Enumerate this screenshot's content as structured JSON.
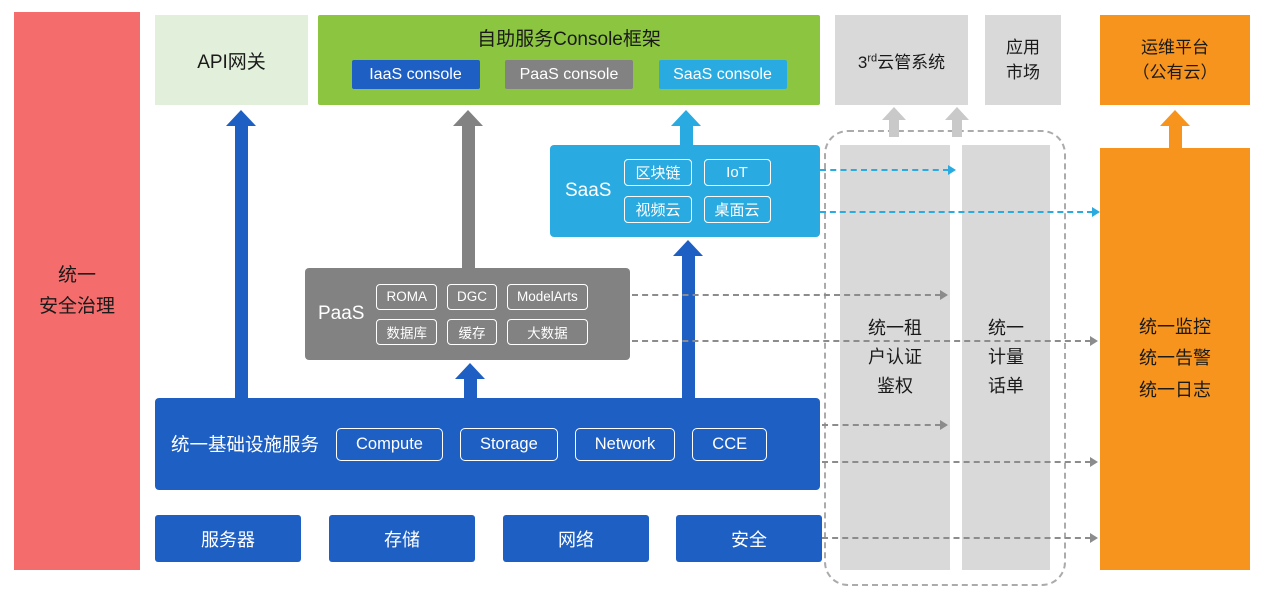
{
  "colors": {
    "red": "#F46C6C",
    "light_green": "#E2EFDA",
    "green": "#8CC540",
    "blue": "#1E5FC4",
    "gray": "#828282",
    "light_gray": "#D9D9D9",
    "cyan": "#29ABE2",
    "orange": "#F7941E",
    "dashed_gray": "#8C8C8C",
    "ink": "#1A1A1A"
  },
  "security_bar": {
    "label": "统一\n安全治理"
  },
  "api_gateway": {
    "label": "API网关"
  },
  "console_frame": {
    "title": "自助服务Console框架",
    "buttons": [
      {
        "label": "IaaS console"
      },
      {
        "label": "PaaS console"
      },
      {
        "label": "SaaS console"
      }
    ]
  },
  "third_party_cms": {
    "num": "3",
    "sup": "rd",
    "rest": "云管系统"
  },
  "app_market": {
    "label": "应用\n市场"
  },
  "om_platform": {
    "label": "运维平台\n（公有云）"
  },
  "saas": {
    "label": "SaaS",
    "items": [
      "区块链",
      "IoT",
      "视频云",
      "桌面云"
    ]
  },
  "paas": {
    "label": "PaaS",
    "items": [
      "ROMA",
      "DGC",
      "ModelArts",
      "数据库",
      "缓存",
      "大数据"
    ]
  },
  "infra": {
    "label": "统一基础设施服务",
    "items": [
      "Compute",
      "Storage",
      "Network",
      "CCE"
    ]
  },
  "hardware": {
    "items": [
      "服务器",
      "存储",
      "网络",
      "安全"
    ]
  },
  "auth_bar": {
    "label": "统一租\n户认证\n鉴权"
  },
  "metering_bar": {
    "label": "统一\n计量\n话单"
  },
  "monitoring_bar": {
    "label": "统一监控\n统一告警\n统一日志"
  }
}
